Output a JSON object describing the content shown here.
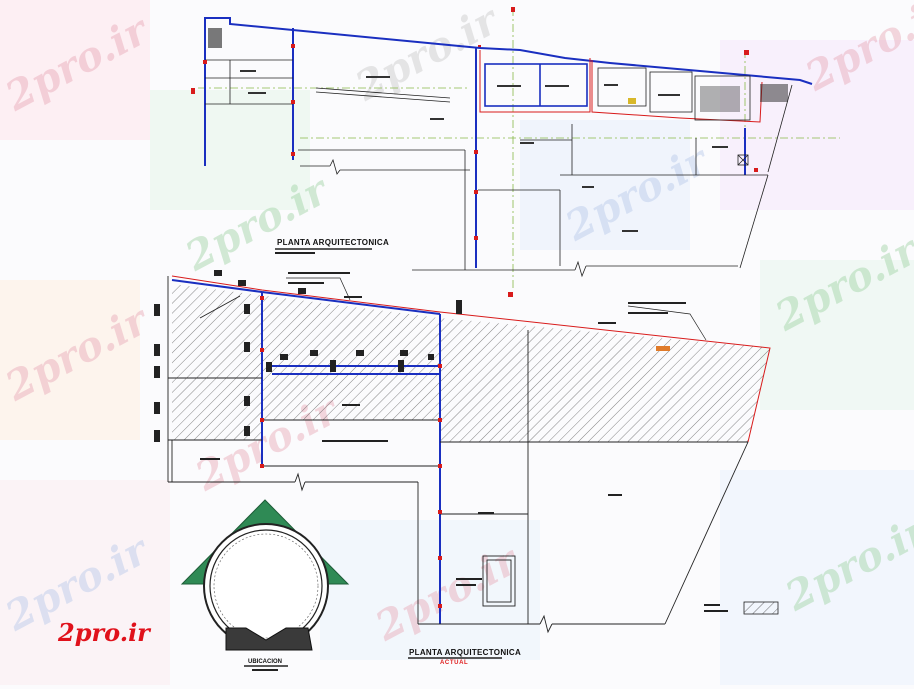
{
  "watermark": {
    "text": "2pro.ir"
  },
  "logo": {
    "text": "2pro.ir"
  },
  "top_plan": {
    "title": "PLANTA ARQUITECTONICA"
  },
  "bottom_plan": {
    "title": "PLANTA ARQUITECTONICA",
    "subtitle": "ACTUAL"
  },
  "location": {
    "label": "UBICACION"
  },
  "colors": {
    "wall_blue": "#1a2fc0",
    "section_red": "#d81b1b",
    "axis_green": "#88b848",
    "linework": "#222222",
    "hatch": "#333333",
    "triangle_green": "#2f8a55"
  }
}
